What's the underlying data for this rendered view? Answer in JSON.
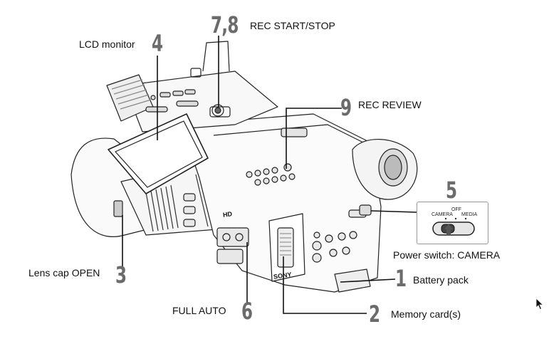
{
  "labels": {
    "rec_start_stop": "REC START/STOP",
    "lcd_monitor": "LCD monitor",
    "rec_review": "REC REVIEW",
    "power_switch": "Power switch: CAMERA",
    "lens_cap": "Lens cap OPEN",
    "battery_pack": "Battery pack",
    "full_auto": "FULL AUTO",
    "memory_cards": "Memory card(s)"
  },
  "numbers": {
    "n78": "7,8",
    "n4": "4",
    "n9": "9",
    "n5": "5",
    "n3": "3",
    "n1": "1",
    "n6": "6",
    "n2": "2"
  },
  "switch_inset": {
    "camera": "CAMERA",
    "off": "OFF",
    "media": "MEDIA"
  },
  "brand": {
    "logo": "SONY",
    "hd": "HD"
  },
  "colors": {
    "callout_number": "#6b6b6b",
    "line": "#111111"
  }
}
